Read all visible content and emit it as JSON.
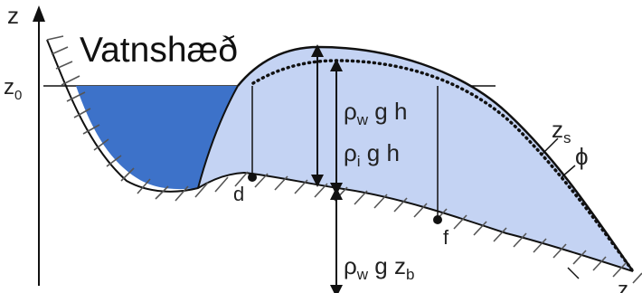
{
  "title": "Vatnshæð",
  "labels": {
    "z_axis": "z",
    "z0": "z",
    "z0_sub": "0",
    "zs": "z",
    "zs_sub": "s",
    "phi": "ϕ",
    "zb_partial": "z",
    "point_d": "d",
    "point_f": "f",
    "rho_w_gh": {
      "rho": "ρ",
      "sub": "w",
      "rest": " g h"
    },
    "rho_i_gh": {
      "rho": "ρ",
      "sub": "i",
      "rest": " g h"
    },
    "rho_w_gzb": {
      "rho": "ρ",
      "sub": "w",
      "g": " g ",
      "z": "z",
      "zsub": "b"
    }
  },
  "colors": {
    "lake": "#3d72c9",
    "ice": "#c4d3f3",
    "outline": "#111111",
    "hatch": "#555555"
  }
}
